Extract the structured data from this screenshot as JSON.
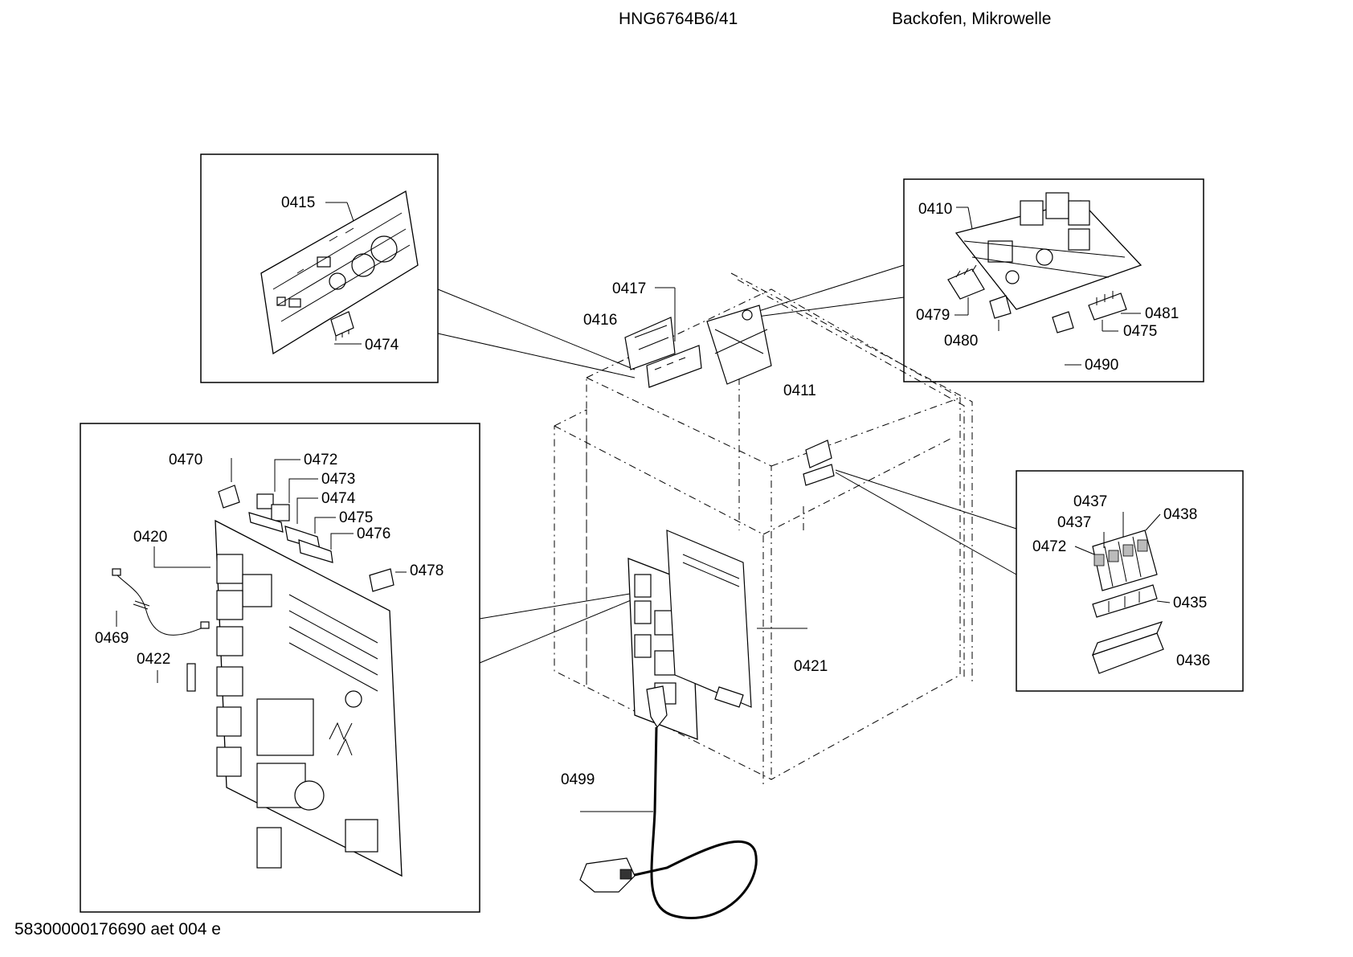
{
  "header": {
    "model": "HNG6764B6/41",
    "description": "Backofen, Mikrowelle"
  },
  "footer": {
    "doc_id": "58300000176690 aet 004 e"
  },
  "labels": {
    "p0415": "0415",
    "p0474a": "0474",
    "p0410": "0410",
    "p0479": "0479",
    "p0480": "0480",
    "p0481": "0481",
    "p0475a": "0475",
    "p0490": "0490",
    "p0417": "0417",
    "p0416": "0416",
    "p0411": "0411",
    "p0470": "0470",
    "p0472a": "0472",
    "p0473": "0473",
    "p0474b": "0474",
    "p0475b": "0475",
    "p0476": "0476",
    "p0420": "0420",
    "p0478": "0478",
    "p0469": "0469",
    "p0422": "0422",
    "p0437a": "0437",
    "p0437b": "0437",
    "p0438": "0438",
    "p0472b": "0472",
    "p0435": "0435",
    "p0436": "0436",
    "p0421": "0421",
    "p0499": "0499"
  }
}
